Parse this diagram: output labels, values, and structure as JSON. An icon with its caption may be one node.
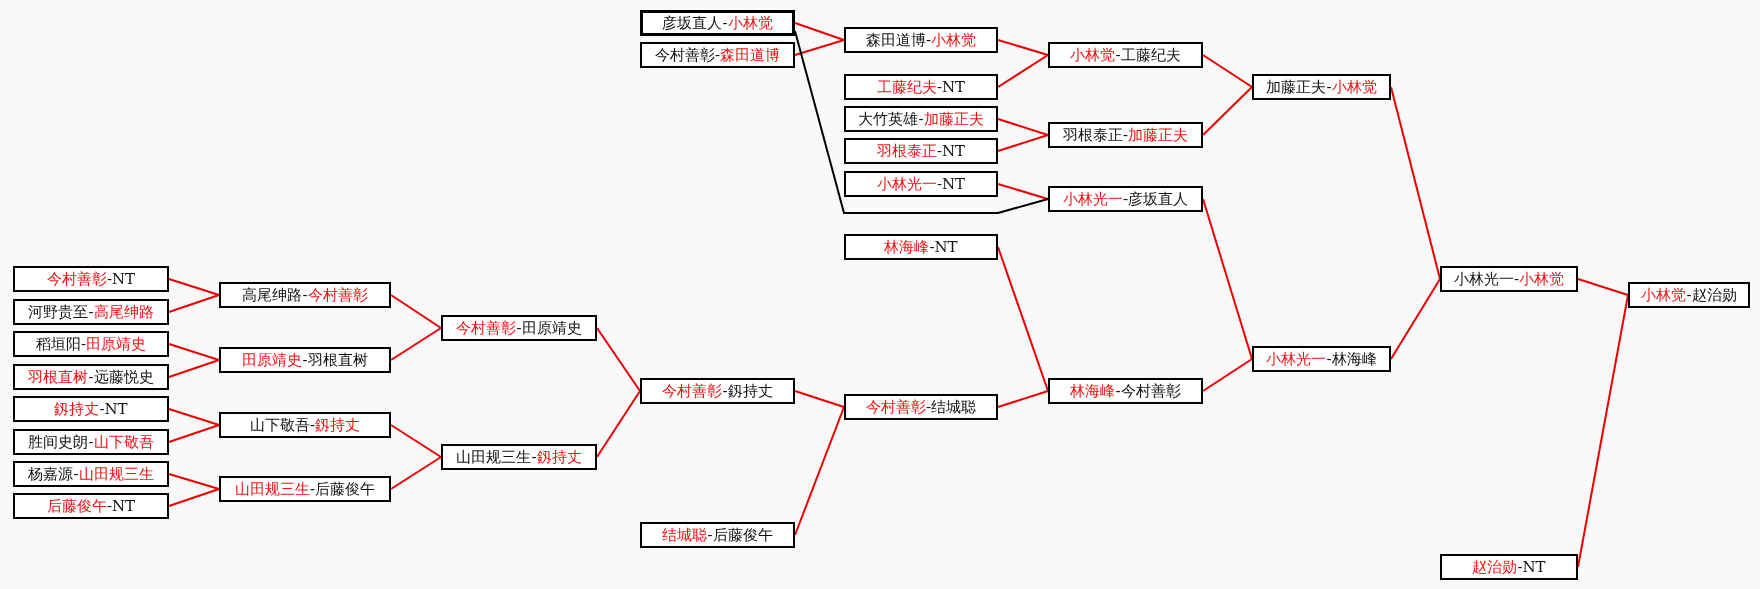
{
  "diagram": {
    "nodes": [
      {
        "text": [
          "今村善彰-NT"
        ]
      },
      {
        "text": [
          "河野贵至-高尾绅路"
        ]
      },
      {
        "text": [
          "稻垣阳-田原靖史"
        ]
      },
      {
        "text": [
          "羽根直树-远藤悦史"
        ]
      },
      {
        "text": [
          "釼持丈-NT"
        ]
      },
      {
        "text": [
          "胜间史朗-山下敬吾"
        ]
      },
      {
        "text": [
          "杨嘉源-山田规三生"
        ]
      },
      {
        "text": [
          "后藤俊午-NT"
        ]
      },
      {
        "text": [
          "高尾绅路-今村善彰"
        ]
      },
      {
        "text": [
          "田原靖史-羽根直树"
        ]
      },
      {
        "text": [
          "山下敬吾-釼持丈"
        ]
      },
      {
        "text": [
          "山田规三生-后藤俊午"
        ]
      },
      {
        "text": [
          "今村善彰-田原靖史"
        ]
      },
      {
        "text": [
          "山田规三生-釼持丈"
        ]
      },
      {
        "text": [
          "彦坂直人-小林觉"
        ]
      },
      {
        "text": [
          "今村善彰-森田道博"
        ]
      },
      {
        "text": [
          "今村善彰-釼持丈"
        ]
      },
      {
        "text": [
          "结城聪-后藤俊午"
        ]
      },
      {
        "text": [
          "森田道博-小林觉"
        ]
      },
      {
        "text": [
          "工藤纪夫-NT"
        ]
      },
      {
        "text": [
          "大竹英雄-加藤正夫"
        ]
      },
      {
        "text": [
          "羽根泰正-NT"
        ]
      },
      {
        "text": [
          "小林光一-NT"
        ]
      },
      {
        "text": [
          "林海峰-NT"
        ]
      },
      {
        "text": [
          "今村善彰-结城聪"
        ]
      },
      {
        "text": [
          "小林觉-工藤纪夫"
        ]
      },
      {
        "text": [
          "羽根泰正-加藤正夫"
        ]
      },
      {
        "text": [
          "小林光一-彦坂直人"
        ]
      },
      {
        "text": [
          "林海峰-今村善彰"
        ]
      },
      {
        "text": [
          "加藤正夫-小林觉"
        ]
      },
      {
        "text": [
          "小林光一-林海峰"
        ]
      },
      {
        "text": [
          "小林光一-小林觉"
        ]
      },
      {
        "text": [
          "赵治勋-NT"
        ]
      },
      {
        "text": [
          "小林觉-赵治勋"
        ]
      }
    ],
    "edges": [
      {
        "from": 0,
        "to": 8,
        "arrow": "none"
      },
      {
        "from": 1,
        "to": 8,
        "arrow": "none"
      },
      {
        "from": 2,
        "to": 9,
        "arrow": "none"
      },
      {
        "from": 3,
        "to": 9,
        "arrow": "none"
      },
      {
        "from": 4,
        "to": 10,
        "arrow": "none"
      },
      {
        "from": 5,
        "to": 10,
        "arrow": "none"
      },
      {
        "from": 6,
        "to": 11,
        "arrow": "none"
      },
      {
        "from": 7,
        "to": 11,
        "arrow": "none"
      },
      {
        "from": 8,
        "to": 12,
        "arrow": "none"
      },
      {
        "from": 9,
        "to": 12,
        "arrow": "none"
      },
      {
        "from": 10,
        "to": 13,
        "arrow": "none"
      },
      {
        "from": 11,
        "to": 13,
        "arrow": "none"
      },
      {
        "from": 12,
        "to": 16,
        "arrow": "none"
      },
      {
        "from": 13,
        "to": 16,
        "arrow": "none"
      },
      {
        "from": 16,
        "to": 24,
        "arrow": "none"
      },
      {
        "from": 17,
        "to": 24,
        "arrow": "none"
      },
      {
        "from": 14,
        "to": 18,
        "arrow": "none"
      },
      {
        "from": 15,
        "to": 18,
        "arrow": "none"
      },
      {
        "from": 18,
        "to": 25,
        "arrow": "none"
      },
      {
        "from": 19,
        "to": 25,
        "arrow": "none"
      },
      {
        "from": 20,
        "to": 26,
        "arrow": "none"
      },
      {
        "from": 21,
        "to": 26,
        "arrow": "none"
      },
      {
        "from": 22,
        "to": 27,
        "arrow": "none"
      },
      {
        "from": 14,
        "to": 27,
        "arrow": "none",
        "color": "#000000"
      },
      {
        "from": 23,
        "to": 28,
        "arrow": "none"
      },
      {
        "from": 24,
        "to": 28,
        "arrow": "none"
      },
      {
        "from": 25,
        "to": 29,
        "arrow": "none"
      },
      {
        "from": 26,
        "to": 29,
        "arrow": "none"
      },
      {
        "from": 27,
        "to": 30,
        "arrow": "none"
      },
      {
        "from": 28,
        "to": 30,
        "arrow": "none"
      },
      {
        "from": 29,
        "to": 31,
        "arrow": "none"
      },
      {
        "from": 30,
        "to": 31,
        "arrow": "none"
      },
      {
        "from": 31,
        "to": 33,
        "arrow": "none"
      },
      {
        "from": 32,
        "to": 33,
        "arrow": "none"
      }
    ]
  }
}
